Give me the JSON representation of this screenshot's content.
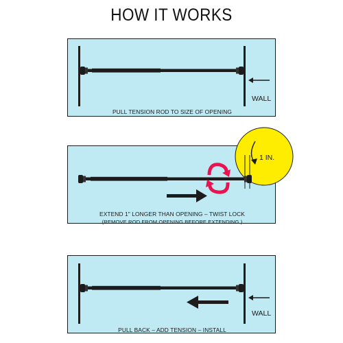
{
  "title": "HOW IT WORKS",
  "colors": {
    "panel_bg": "#bfe9f3",
    "rod": "#1c1c1c",
    "highlight": "#ffed00",
    "twist_arrow": "#e8134f"
  },
  "steps": [
    {
      "caption": "PULL TENSION ROD TO SIZE OF OPENING",
      "wall_label": "WALL"
    },
    {
      "caption_line1": "EXTEND 1\" LONGER THAN OPENING – TWIST LOCK",
      "caption_line2": "(REMOVE ROD FROM OPENING BEFORE EXTENDING.)",
      "measure_label": "1 IN."
    },
    {
      "caption": "PULL BACK – ADD TENSION – INSTALL",
      "wall_label": "WALL"
    }
  ]
}
